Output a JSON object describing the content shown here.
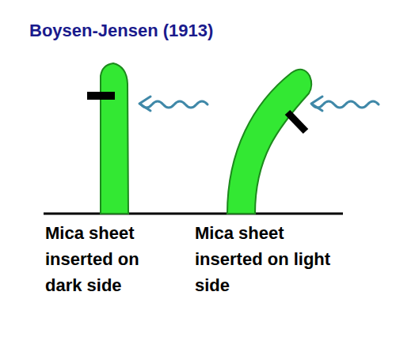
{
  "diagram": {
    "title": "Boysen-Jensen (1913)",
    "labels": [
      "Mica sheet inserted on dark side",
      "Mica sheet inserted on light side"
    ]
  }
}
